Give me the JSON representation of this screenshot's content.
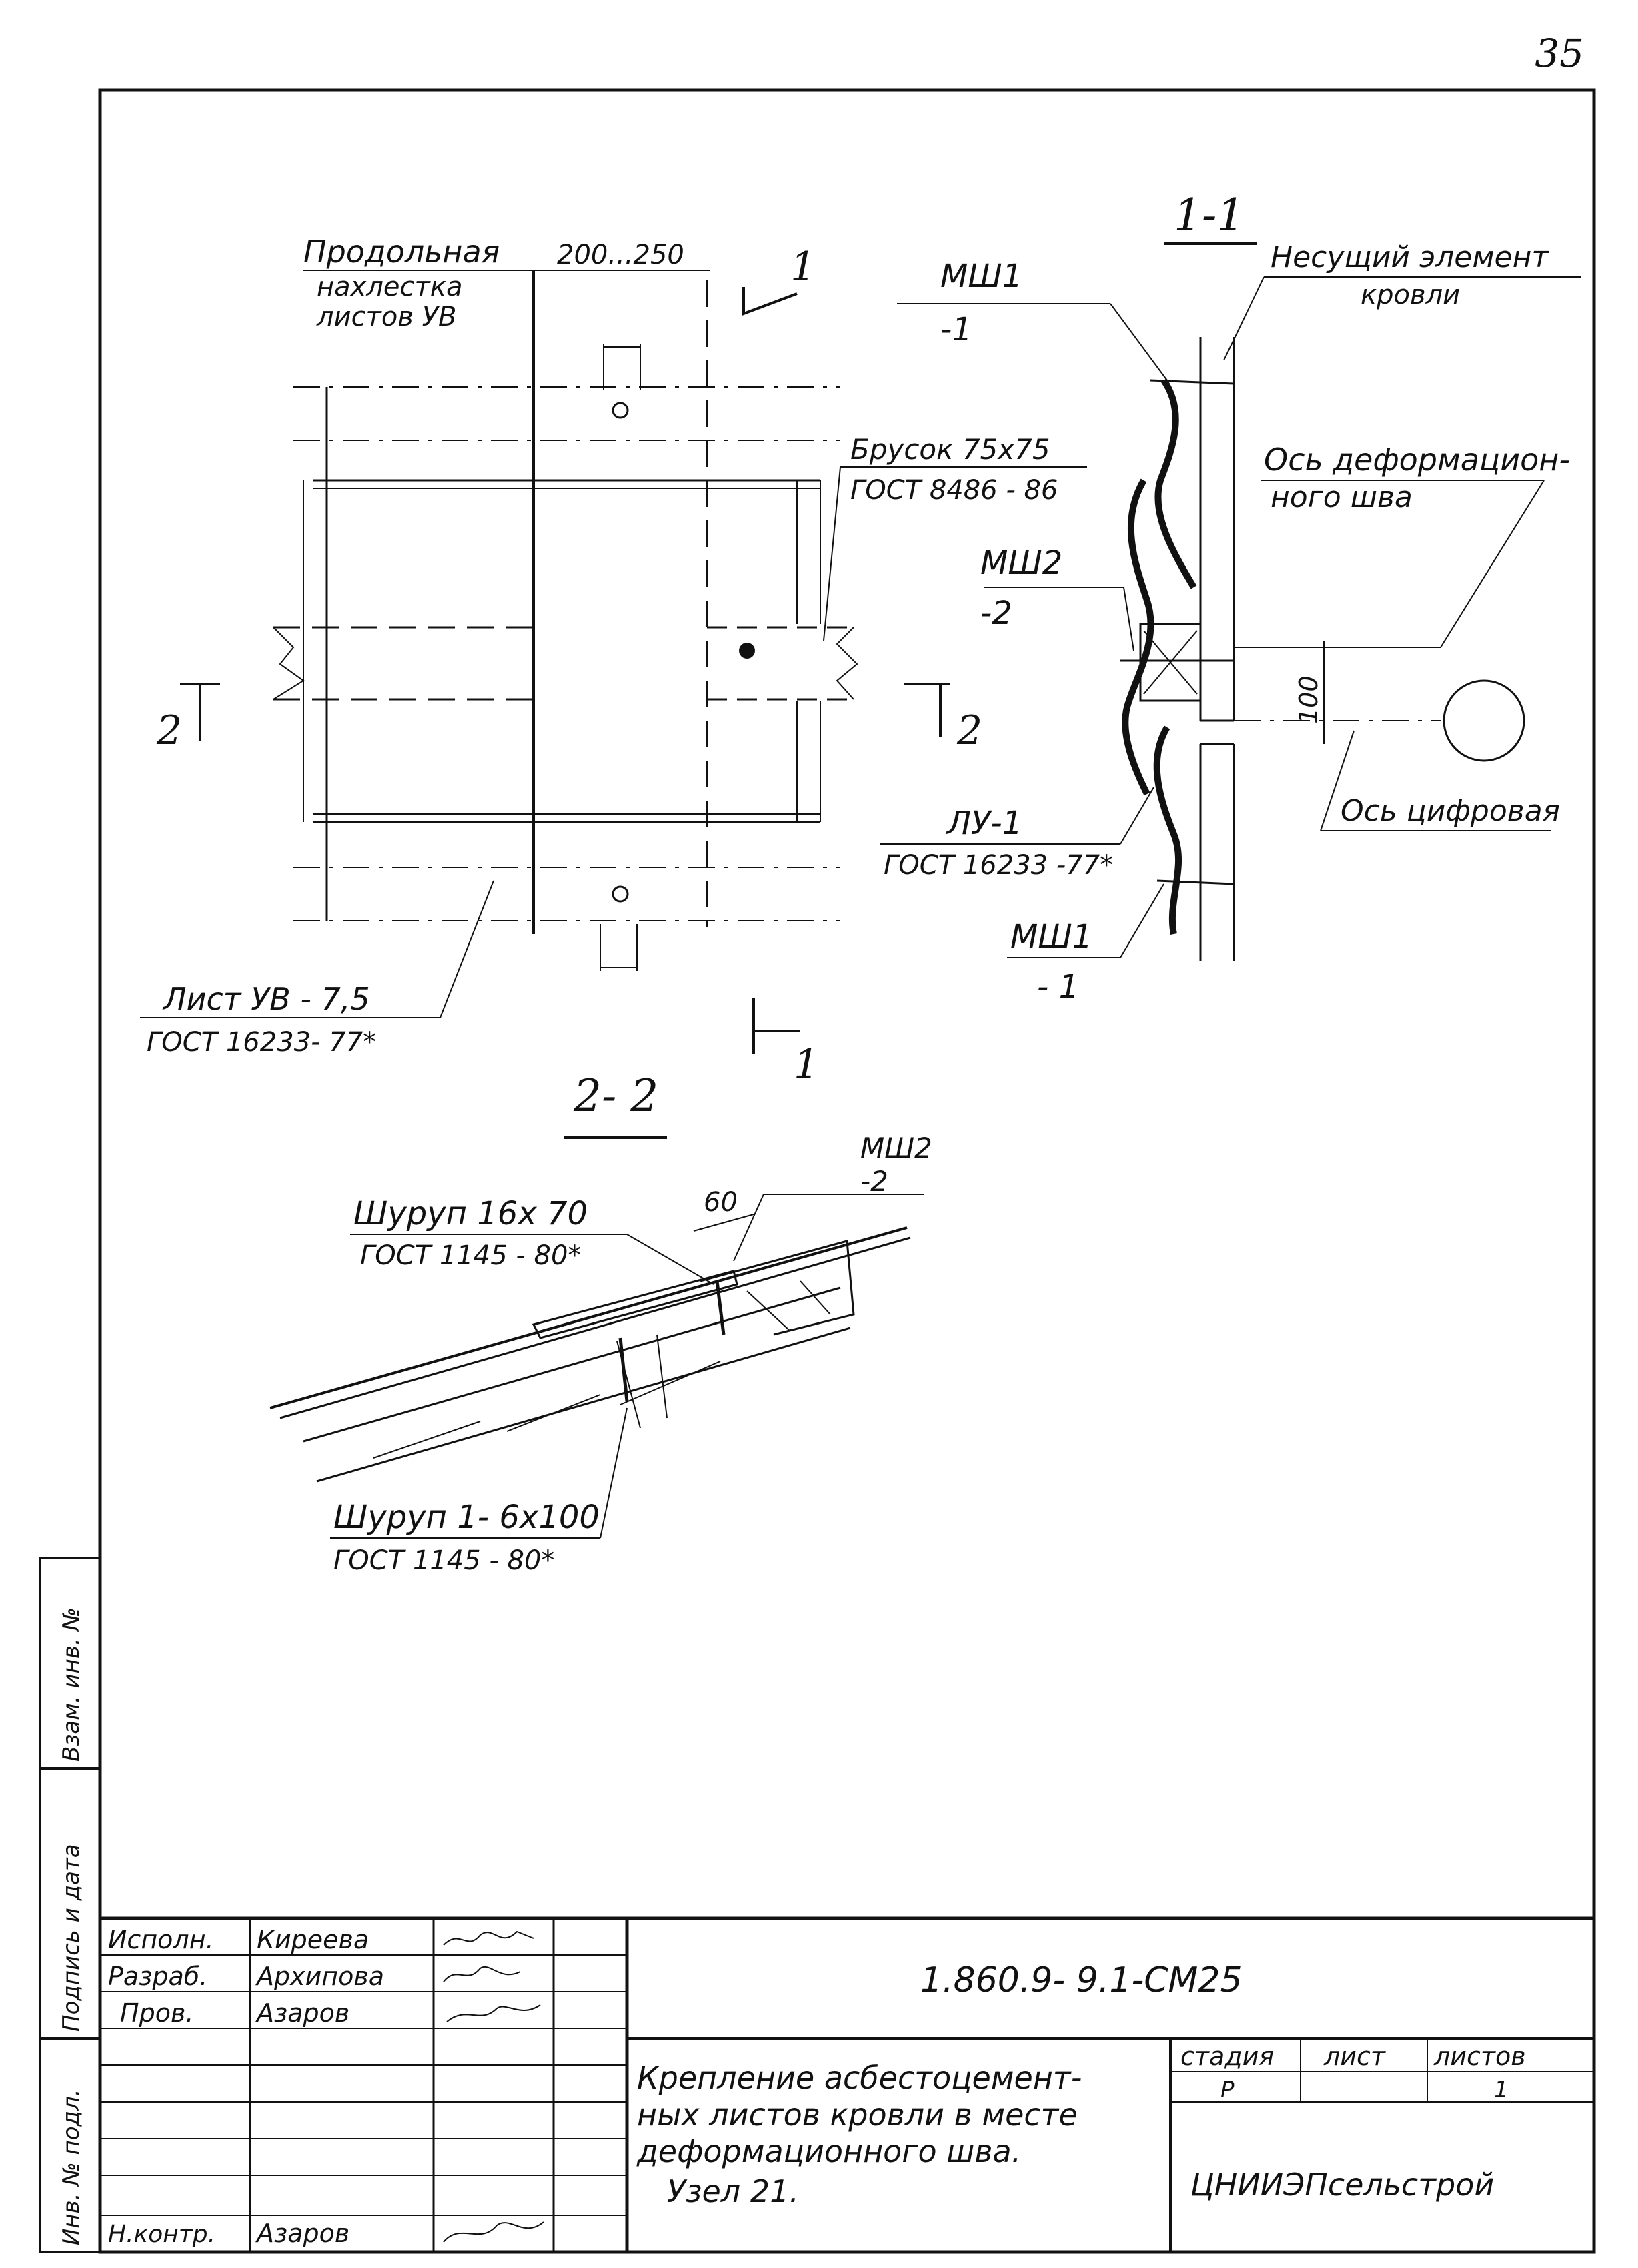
{
  "sheet": {
    "page_number": "35",
    "designation": "1.860.9- 9.1-СМ25",
    "title_lines": [
      "Крепление асбестоцемент-",
      "ных листов кровли в месте",
      "деформационного шва.",
      "Узел 21."
    ],
    "organization": "ЦНИИЭПсельстрой",
    "stage_header": "стадия",
    "sheet_header": "лист",
    "sheets_header": "листов",
    "stage": "Р",
    "sheet_value": "",
    "sheets_total": "1",
    "signatures": [
      {
        "role": "Исполн.",
        "name": "Киреева"
      },
      {
        "role": "Разраб.",
        "name": "Архипова"
      },
      {
        "role": "Пров.",
        "name": "Азаров"
      },
      {
        "role": "Н.контр.",
        "name": "Азаров"
      }
    ],
    "side_stamp": [
      "Инв. № подл.",
      "Подпись и дата",
      "Взам. инв. №"
    ]
  },
  "plan_view": {
    "label_overlap": [
      "Продольная",
      "нахлестка",
      "листов УВ"
    ],
    "dim_overlap": "200...250",
    "label_bar": "Брусок 75х75",
    "label_bar_gost": "ГОСТ 8486 - 86",
    "label_sheet": "Лист УВ - 7,5",
    "label_sheet_gost": "ГОСТ 16233- 77*",
    "section_1": "1",
    "section_2": "2"
  },
  "section_1_1": {
    "title": "1-1",
    "label_msh1_top": "МШ1",
    "label_msh1_top_sub": "-1",
    "label_msh2": "МШ2",
    "label_msh2_sub": "-2",
    "label_lu": "ЛУ-1",
    "label_lu_gost": "ГОСТ 16233 -77*",
    "label_msh1_bot": "МШ1",
    "label_msh1_bot_sub": "- 1",
    "label_bearing": [
      "Несущий элемент",
      "кровли"
    ],
    "label_joint_axis": [
      "Ось деформацион-",
      "ного шва"
    ],
    "label_digit_axis": "Ось цифровая",
    "dim_gap": "100"
  },
  "section_2_2": {
    "title": "2- 2",
    "label_msh2": "МШ2",
    "label_msh2_sub": "-2",
    "dim": "60",
    "label_screw1": "Шуруп 16х 70",
    "label_screw1_gost": "ГОСТ 1145 - 80*",
    "label_screw2": "Шуруп 1- 6х100",
    "label_screw2_gost": "ГОСТ 1145 - 80*"
  }
}
